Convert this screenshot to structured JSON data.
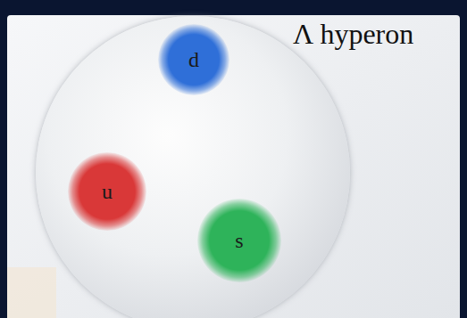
{
  "diagram": {
    "nodes": [
      {
        "text": [
          "Λ hyperon"
        ]
      },
      {
        "text": [
          "d"
        ],
        "in": 0
      },
      {
        "text": [
          "u"
        ],
        "in": 0
      },
      {
        "text": [
          "s"
        ],
        "in": 0
      }
    ]
  }
}
